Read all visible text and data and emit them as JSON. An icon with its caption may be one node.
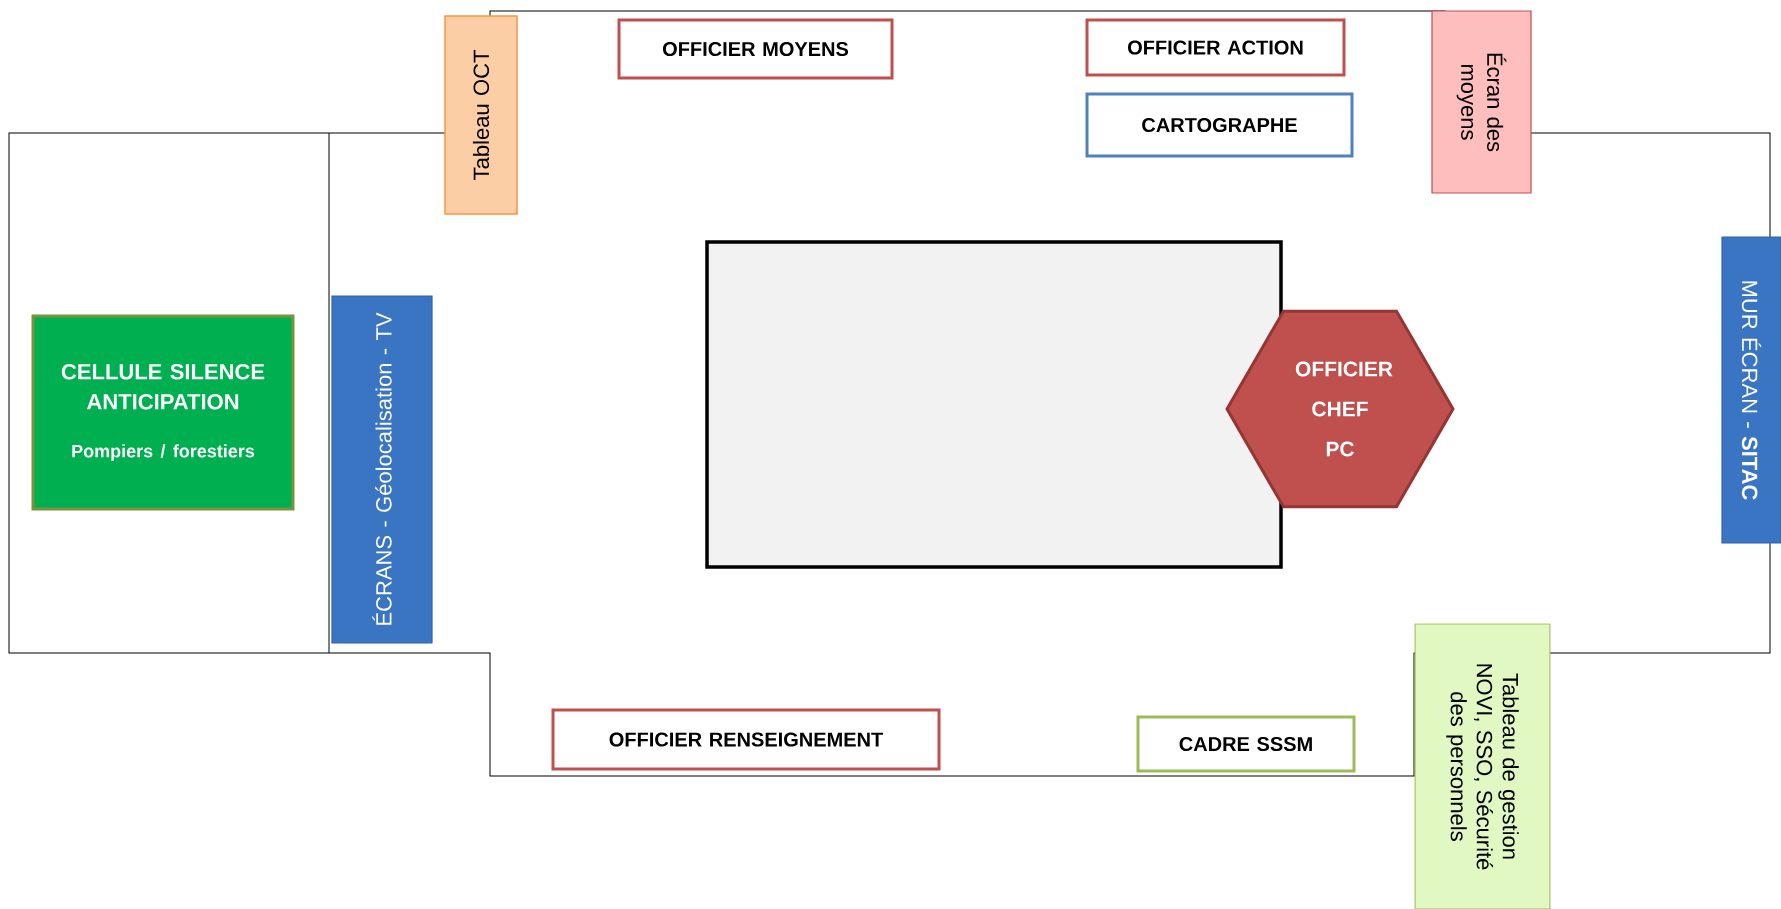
{
  "diagram": {
    "nodes": [
      {
        "text": [
          "Tableau OCT"
        ]
      },
      {
        "text": [
          "OFFICIER MOYENS"
        ]
      },
      {
        "text": [
          "OFFICIER ACTION"
        ]
      },
      {
        "text": [
          "CARTOGRAPHE"
        ]
      },
      {
        "text": [
          "Écran des moyens"
        ]
      },
      {
        "text": [
          "CELLULE SILENCE ANTICIPATION",
          "Pompiers / forestiers"
        ]
      },
      {
        "text": [
          "ÉCRANS - Géolocalisation - TV"
        ]
      },
      {
        "text": [],
        "shape": "box"
      },
      {
        "text": [
          "OFFICIER CHEF PC"
        ]
      },
      {
        "text": [
          "MUR ÉCRAN - **SITAC**"
        ]
      },
      {
        "text": [
          "OFFICIER RENSEIGNEMENT"
        ]
      },
      {
        "text": [
          "CADRE SSSM"
        ]
      },
      {
        "text": [
          "Tableau de gestion NOVI, SSO, Sécurité des personnels"
        ]
      }
    ]
  }
}
